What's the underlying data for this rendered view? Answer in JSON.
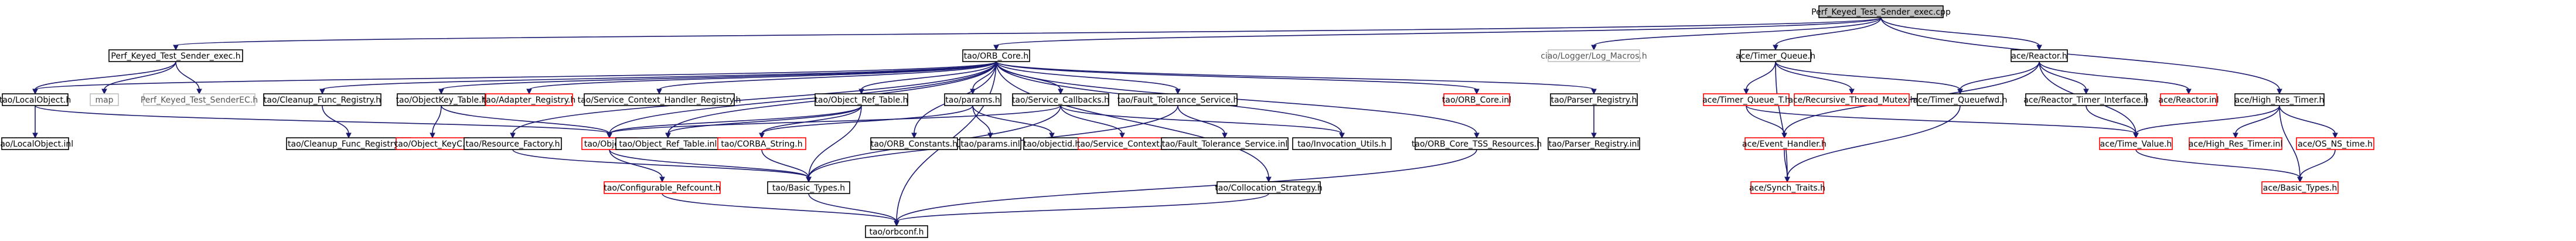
{
  "diagram": {
    "kind": "include-dependency-graph",
    "colors": {
      "edge": "#191970",
      "root_fill": "#bfbfbf",
      "root_border": "#000000",
      "normal_fill": "#ffffff",
      "normal_border": "#000000",
      "truncated_border": "#ff0000",
      "missing_border": "#bfbfbf",
      "text": "#000000",
      "missing_text": "#555555"
    },
    "nodes": [
      {
        "id": "root",
        "label": "Perf_Keyed_Test_Sender_exec.cpp",
        "style": "root"
      },
      {
        "id": "exec_h",
        "label": "Perf_Keyed_Test_Sender_exec.h",
        "style": "normal"
      },
      {
        "id": "orb_core_h",
        "label": "tao/ORB_Core.h",
        "style": "normal"
      },
      {
        "id": "log_macros",
        "label": "ciao/Logger/Log_Macros.h",
        "style": "missing"
      },
      {
        "id": "timer_queue_h",
        "label": "ace/Timer_Queue.h",
        "style": "normal"
      },
      {
        "id": "reactor_h",
        "label": "ace/Reactor.h",
        "style": "normal"
      },
      {
        "id": "local_object_h",
        "label": "tao/LocalObject.h",
        "style": "normal"
      },
      {
        "id": "map",
        "label": "map",
        "style": "missing"
      },
      {
        "id": "sender_ec_h",
        "label": "Perf_Keyed_Test_SenderEC.h",
        "style": "missing"
      },
      {
        "id": "local_object_inl",
        "label": "tao/LocalObject.inl",
        "style": "normal"
      },
      {
        "id": "cleanup_reg_h",
        "label": "tao/Cleanup_Func_Registry.h",
        "style": "normal"
      },
      {
        "id": "objectkey_table_h",
        "label": "tao/ObjectKey_Table.h",
        "style": "normal"
      },
      {
        "id": "adapter_reg_h",
        "label": "tao/Adapter_Registry.h",
        "style": "truncated"
      },
      {
        "id": "svc_ctx_handler_h",
        "label": "tao/Service_Context_Handler_Registry.h",
        "style": "normal"
      },
      {
        "id": "object_ref_table_h",
        "label": "tao/Object_Ref_Table.h",
        "style": "normal"
      },
      {
        "id": "params_h",
        "label": "tao/params.h",
        "style": "normal"
      },
      {
        "id": "svc_callbacks_h",
        "label": "tao/Service_Callbacks.h",
        "style": "normal"
      },
      {
        "id": "ft_service_h",
        "label": "tao/Fault_Tolerance_Service.h",
        "style": "normal"
      },
      {
        "id": "orb_core_inl",
        "label": "tao/ORB_Core.inl",
        "style": "truncated"
      },
      {
        "id": "parser_reg_h",
        "label": "tao/Parser_Registry.h",
        "style": "normal"
      },
      {
        "id": "cleanup_reg_inl",
        "label": "tao/Cleanup_Func_Registry.inl",
        "style": "normal"
      },
      {
        "id": "objectkey_h",
        "label": "tao/Object_KeyC.h",
        "style": "truncated"
      },
      {
        "id": "resource_factory_h",
        "label": "tao/Resource_Factory.h",
        "style": "normal"
      },
      {
        "id": "object_h",
        "label": "tao/Object.h",
        "style": "truncated"
      },
      {
        "id": "object_ref_table_inl",
        "label": "tao/Object_Ref_Table.inl",
        "style": "normal"
      },
      {
        "id": "corba_string_h",
        "label": "tao/CORBA_String.h",
        "style": "truncated"
      },
      {
        "id": "orb_constants_h",
        "label": "tao/ORB_Constants.h",
        "style": "normal"
      },
      {
        "id": "params_inl",
        "label": "tao/params.inl",
        "style": "normal"
      },
      {
        "id": "objectid_h",
        "label": "tao/objectid.h",
        "style": "normal"
      },
      {
        "id": "svc_context_h",
        "label": "tao/Service_Context.h",
        "style": "truncated"
      },
      {
        "id": "ft_service_inl",
        "label": "tao/Fault_Tolerance_Service.inl",
        "style": "normal"
      },
      {
        "id": "invocation_utils_h",
        "label": "tao/Invocation_Utils.h",
        "style": "normal"
      },
      {
        "id": "orb_core_tss_h",
        "label": "tao/ORB_Core_TSS_Resources.h",
        "style": "normal"
      },
      {
        "id": "parser_reg_inl",
        "label": "tao/Parser_Registry.inl",
        "style": "normal"
      },
      {
        "id": "configurable_refcount_h",
        "label": "tao/Configurable_Refcount.h",
        "style": "truncated"
      },
      {
        "id": "basic_types_tao_h",
        "label": "tao/Basic_Types.h",
        "style": "normal"
      },
      {
        "id": "collocation_strategy_h",
        "label": "tao/Collocation_Strategy.h",
        "style": "normal"
      },
      {
        "id": "orbconf_h",
        "label": "tao/orbconf.h",
        "style": "normal"
      },
      {
        "id": "timer_queue_t_h",
        "label": "ace/Timer_Queue_T.h",
        "style": "truncated"
      },
      {
        "id": "recursive_mutex_h",
        "label": "ace/Recursive_Thread_Mutex.h",
        "style": "truncated"
      },
      {
        "id": "timer_queuefwd_h",
        "label": "ace/Timer_Queuefwd.h",
        "style": "normal"
      },
      {
        "id": "reactor_timer_iface_h",
        "label": "ace/Reactor_Timer_Interface.h",
        "style": "normal"
      },
      {
        "id": "reactor_inl",
        "label": "ace/Reactor.inl",
        "style": "truncated"
      },
      {
        "id": "high_res_timer_h",
        "label": "ace/High_Res_Timer.h",
        "style": "normal"
      },
      {
        "id": "event_handler_h",
        "label": "ace/Event_Handler.h",
        "style": "truncated"
      },
      {
        "id": "time_value_h",
        "label": "ace/Time_Value.h",
        "style": "truncated"
      },
      {
        "id": "high_res_timer_inl",
        "label": "ace/High_Res_Timer.inl",
        "style": "truncated"
      },
      {
        "id": "os_ns_time_h",
        "label": "ace/OS_NS_time.h",
        "style": "truncated"
      },
      {
        "id": "synch_traits_h",
        "label": "ace/Synch_Traits.h",
        "style": "truncated"
      },
      {
        "id": "basic_types_ace_h",
        "label": "ace/Basic_Types.h",
        "style": "truncated"
      }
    ],
    "edges": [
      [
        "root",
        "exec_h"
      ],
      [
        "root",
        "orb_core_h"
      ],
      [
        "root",
        "log_macros"
      ],
      [
        "root",
        "timer_queue_h"
      ],
      [
        "root",
        "reactor_h"
      ],
      [
        "root",
        "high_res_timer_h"
      ],
      [
        "exec_h",
        "local_object_h"
      ],
      [
        "exec_h",
        "map"
      ],
      [
        "exec_h",
        "sender_ec_h"
      ],
      [
        "local_object_h",
        "local_object_inl"
      ],
      [
        "local_object_h",
        "object_h"
      ],
      [
        "orb_core_h",
        "local_object_h"
      ],
      [
        "orb_core_h",
        "cleanup_reg_h"
      ],
      [
        "orb_core_h",
        "objectkey_table_h"
      ],
      [
        "orb_core_h",
        "adapter_reg_h"
      ],
      [
        "orb_core_h",
        "svc_ctx_handler_h"
      ],
      [
        "orb_core_h",
        "object_ref_table_h"
      ],
      [
        "orb_core_h",
        "params_h"
      ],
      [
        "orb_core_h",
        "svc_callbacks_h"
      ],
      [
        "orb_core_h",
        "ft_service_h"
      ],
      [
        "orb_core_h",
        "orb_core_inl"
      ],
      [
        "orb_core_h",
        "parser_reg_h"
      ],
      [
        "orb_core_h",
        "resource_factory_h"
      ],
      [
        "orb_core_h",
        "object_h"
      ],
      [
        "orb_core_h",
        "object_ref_table_inl"
      ],
      [
        "orb_core_h",
        "orb_constants_h"
      ],
      [
        "orb_core_h",
        "invocation_utils_h"
      ],
      [
        "orb_core_h",
        "orb_core_tss_h"
      ],
      [
        "orb_core_h",
        "collocation_strategy_h"
      ],
      [
        "orb_core_h",
        "orbconf_h"
      ],
      [
        "cleanup_reg_h",
        "cleanup_reg_inl"
      ],
      [
        "objectkey_table_h",
        "objectkey_h"
      ],
      [
        "objectkey_table_h",
        "object_h"
      ],
      [
        "object_ref_table_h",
        "object_ref_table_inl"
      ],
      [
        "object_ref_table_h",
        "object_h"
      ],
      [
        "object_ref_table_h",
        "corba_string_h"
      ],
      [
        "object_ref_table_h",
        "basic_types_tao_h"
      ],
      [
        "params_h",
        "params_inl"
      ],
      [
        "params_h",
        "objectid_h"
      ],
      [
        "params_h",
        "corba_string_h"
      ],
      [
        "svc_callbacks_h",
        "svc_context_h"
      ],
      [
        "svc_callbacks_h",
        "invocation_utils_h"
      ],
      [
        "svc_callbacks_h",
        "basic_types_tao_h"
      ],
      [
        "svc_callbacks_h",
        "object_h"
      ],
      [
        "ft_service_h",
        "ft_service_inl"
      ],
      [
        "ft_service_h",
        "basic_types_tao_h"
      ],
      [
        "parser_reg_h",
        "parser_reg_inl"
      ],
      [
        "resource_factory_h",
        "basic_types_tao_h"
      ],
      [
        "object_h",
        "configurable_refcount_h"
      ],
      [
        "object_h",
        "basic_types_tao_h"
      ],
      [
        "corba_string_h",
        "basic_types_tao_h"
      ],
      [
        "orb_core_tss_h",
        "orbconf_h"
      ],
      [
        "configurable_refcount_h",
        "orbconf_h"
      ],
      [
        "basic_types_tao_h",
        "orbconf_h"
      ],
      [
        "collocation_strategy_h",
        "orbconf_h"
      ],
      [
        "timer_queue_h",
        "timer_queue_t_h"
      ],
      [
        "timer_queue_h",
        "recursive_mutex_h"
      ],
      [
        "timer_queue_h",
        "timer_queuefwd_h"
      ],
      [
        "timer_queue_h",
        "synch_traits_h"
      ],
      [
        "timer_queue_t_h",
        "event_handler_h"
      ],
      [
        "timer_queue_t_h",
        "time_value_h"
      ],
      [
        "timer_queuefwd_h",
        "synch_traits_h"
      ],
      [
        "reactor_h",
        "timer_queuefwd_h"
      ],
      [
        "reactor_h",
        "reactor_timer_iface_h"
      ],
      [
        "reactor_h",
        "reactor_inl"
      ],
      [
        "reactor_h",
        "event_handler_h"
      ],
      [
        "reactor_h",
        "time_value_h"
      ],
      [
        "reactor_timer_iface_h",
        "time_value_h"
      ],
      [
        "high_res_timer_h",
        "time_value_h"
      ],
      [
        "high_res_timer_h",
        "high_res_timer_inl"
      ],
      [
        "high_res_timer_h",
        "os_ns_time_h"
      ],
      [
        "high_res_timer_h",
        "basic_types_ace_h"
      ],
      [
        "event_handler_h",
        "synch_traits_h"
      ],
      [
        "time_value_h",
        "basic_types_ace_h"
      ],
      [
        "os_ns_time_h",
        "basic_types_ace_h"
      ]
    ]
  }
}
